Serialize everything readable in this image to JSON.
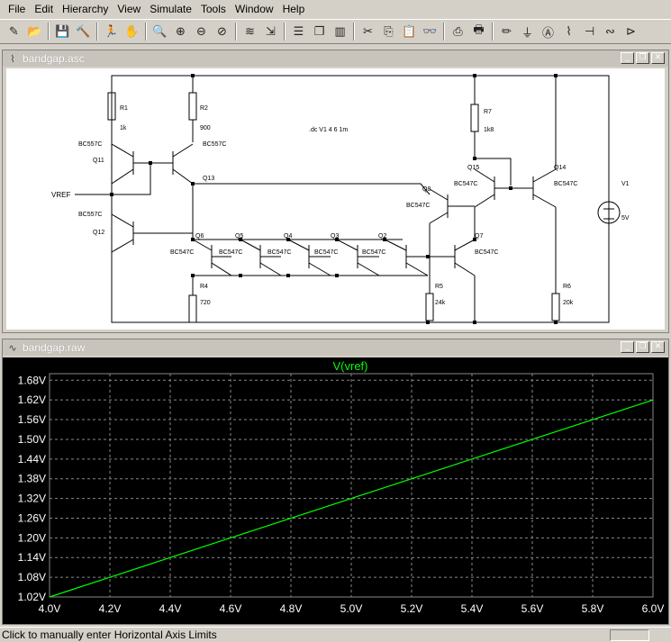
{
  "menu": [
    "File",
    "Edit",
    "Hierarchy",
    "View",
    "Simulate",
    "Tools",
    "Window",
    "Help"
  ],
  "toolbar_icons": [
    "new-schematic-icon",
    "open-icon",
    "save-icon",
    "control-panel-icon",
    "run-icon",
    "halt-icon",
    "zoom-in-icon",
    "zoom-full-icon",
    "zoom-out-icon",
    "cancel-zoom-icon",
    "waveform-icon",
    "autorange-icon",
    "tile-horizontal-icon",
    "cascade-icon",
    "tile-vertical-icon",
    "cut-icon",
    "copy-icon",
    "paste-icon",
    "find-icon",
    "print-setup-icon",
    "print-icon",
    "draw-wire-icon",
    "ground-icon",
    "label-net-icon",
    "resistor-icon",
    "capacitor-icon",
    "inductor-icon",
    "diode-icon"
  ],
  "schematic_window": {
    "title": "bandgap.asc",
    "directive": ".dc V1 4 6 1m",
    "net_label": "VREF",
    "components": [
      {
        "ref": "R1",
        "value": "1k"
      },
      {
        "ref": "R2",
        "value": "900"
      },
      {
        "ref": "R7",
        "value": "1k8"
      },
      {
        "ref": "Q11",
        "value": "BC557C"
      },
      {
        "ref": "Q13",
        "value": "BC557C"
      },
      {
        "ref": "Q12",
        "value": "BC557C"
      },
      {
        "ref": "Q6",
        "value": "BC547C"
      },
      {
        "ref": "Q5",
        "value": "BC547C"
      },
      {
        "ref": "Q4",
        "value": "BC547C"
      },
      {
        "ref": "Q3",
        "value": "BC547C"
      },
      {
        "ref": "Q2",
        "value": "BC547C"
      },
      {
        "ref": "Q8",
        "value": "BC547C"
      },
      {
        "ref": "Q15",
        "value": "BC547C"
      },
      {
        "ref": "Q14",
        "value": "BC547C"
      },
      {
        "ref": "Q7",
        "value": "BC547C"
      },
      {
        "ref": "R4",
        "value": "720"
      },
      {
        "ref": "R5",
        "value": "24k"
      },
      {
        "ref": "R6",
        "value": "20k"
      },
      {
        "ref": "V1",
        "value": "5V"
      }
    ]
  },
  "waveform_window": {
    "title": "bandgap.raw"
  },
  "chart_data": {
    "type": "line",
    "title": "V(vref)",
    "series": [
      {
        "name": "V(vref)",
        "x": [
          4.0,
          6.0
        ],
        "y": [
          1.02,
          1.62
        ],
        "color": "#00ff00"
      }
    ],
    "x_ticks": [
      "4.0V",
      "4.2V",
      "4.4V",
      "4.6V",
      "4.8V",
      "5.0V",
      "5.2V",
      "5.4V",
      "5.6V",
      "5.8V",
      "6.0V"
    ],
    "y_ticks": [
      "1.02V",
      "1.08V",
      "1.14V",
      "1.20V",
      "1.26V",
      "1.32V",
      "1.38V",
      "1.44V",
      "1.50V",
      "1.56V",
      "1.62V",
      "1.68V"
    ],
    "xlim": [
      4.0,
      6.0
    ],
    "ylim": [
      1.02,
      1.7
    ],
    "grid": true,
    "colors": {
      "background": "#000000",
      "grid": "#888888",
      "axis_text": "#ffffff"
    }
  },
  "status": {
    "text": "Click to manually enter Horizontal Axis Limits"
  }
}
